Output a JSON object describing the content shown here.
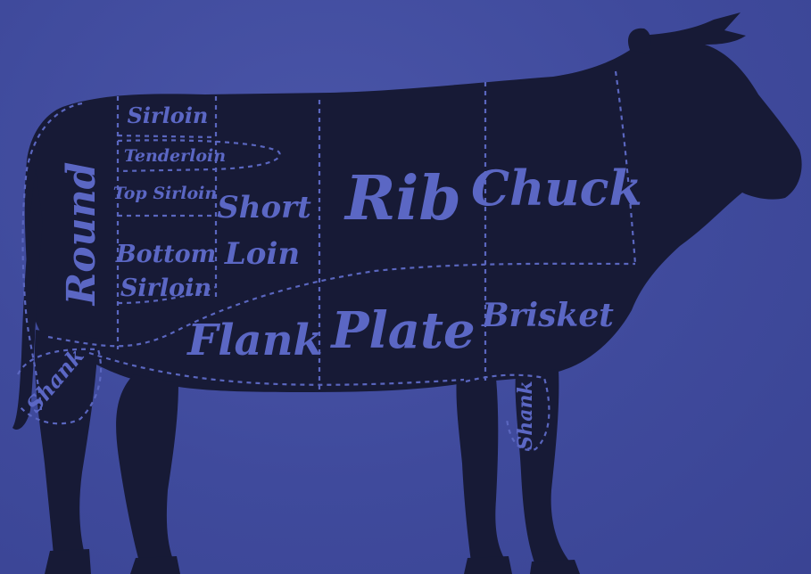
{
  "colors": {
    "background": "#4049a0",
    "silhouette": "#171a36",
    "label": "#5b67c4",
    "cut_line": "#5a66bf"
  },
  "labels": {
    "sirloin": "Sirloin",
    "tenderloin": "Tenderloin",
    "top_sirloin": "Top Sirloin",
    "short_loin_1": "Short",
    "short_loin_2": "Loin",
    "bottom_sirloin_1": "Bottom",
    "bottom_sirloin_2": "Sirloin",
    "round": "Round",
    "rib": "Rib",
    "chuck": "Chuck",
    "flank": "Flank",
    "plate": "Plate",
    "brisket": "Brisket",
    "shank_rear": "Shank",
    "shank_front": "Shank"
  }
}
